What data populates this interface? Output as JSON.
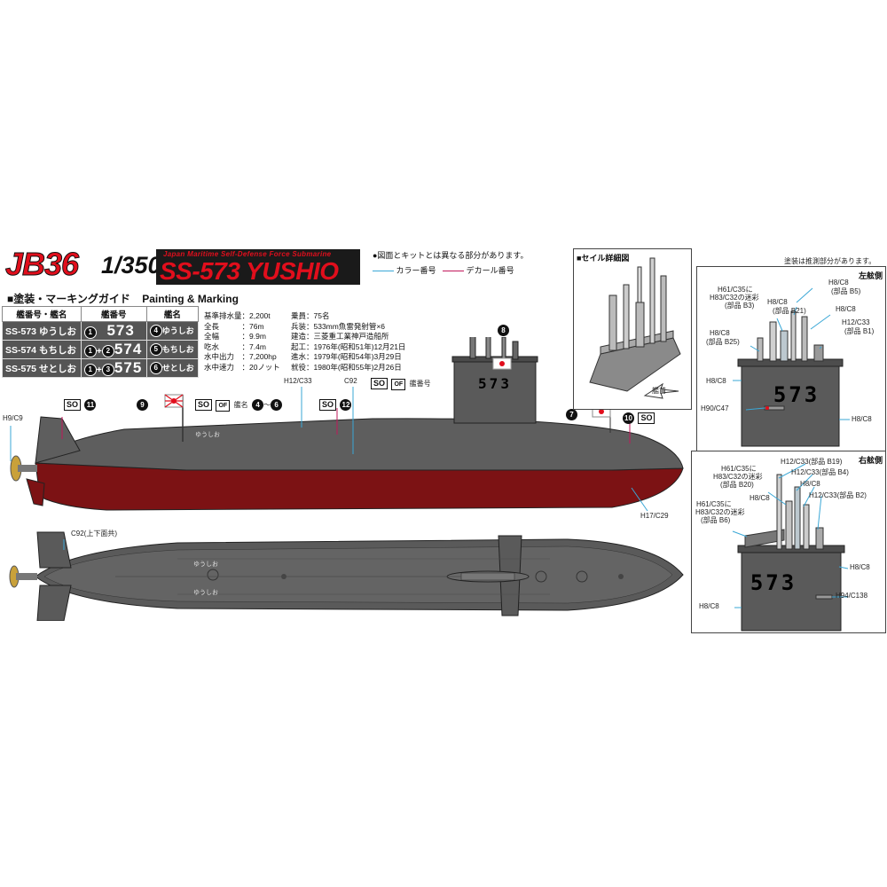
{
  "header": {
    "code": "JB36",
    "scale": "1/350",
    "subtitle": "Japan Maritime Self-Defense Force Submarine",
    "title": "SS-573 YUSHIO",
    "guide_jp": "■塗装・マーキングガイド",
    "guide_en": "Painting & Marking"
  },
  "notes": {
    "diff": "●図面とキットとは異なる部分があります。",
    "color_legend": "カラー番号",
    "decal_legend": "デカール番号",
    "sail_detail": "■セイル詳細図",
    "bow_arrow": "艦首",
    "estimate": "塗装は推測部分があります。",
    "port": "左舷側",
    "starboard": "右舷側"
  },
  "ship_table": {
    "headers": [
      "艦番号・艦名",
      "艦番号",
      "艦名"
    ],
    "rows": [
      {
        "name": "SS-573 ゆうしお",
        "decal": "1",
        "plus": "",
        "num": "573",
        "name_decal": "4",
        "name_text": "ゆうしお"
      },
      {
        "name": "SS-574 もちしお",
        "decal": "1",
        "plus": "2",
        "num": "574",
        "name_decal": "5",
        "name_text": "もちしお"
      },
      {
        "name": "SS-575 せとしお",
        "decal": "1",
        "plus": "3",
        "num": "575",
        "name_decal": "6",
        "name_text": "せとしお"
      }
    ]
  },
  "specs_left": [
    "基準排水量：2,200t",
    "全長　　　：76m",
    "全幅　　　：9.9m",
    "吃水　　　：7.4m",
    "水中出力　：7,200hp",
    "水中速力　：20ノット"
  ],
  "specs_right": [
    "乗員：75名",
    "兵装：533mm魚雷発射管×6",
    "建造：三菱重工業神戸造船所",
    "起工：1976年(昭和51年)12月21日",
    "進水：1979年(昭和54年)3月29日",
    "就役：1980年(昭和55年)2月26日"
  ],
  "side_view": {
    "hull_number": "573",
    "name_label": "ゆうしお",
    "callouts": {
      "h9c9": "H9/C9",
      "h12c33": "H12/C33",
      "c92": "C92",
      "h17c29": "H17/C29",
      "hull_no_box": "艦番号",
      "name_box": "艦名",
      "name_range_from": "4",
      "name_range_to": "6",
      "so": "SO",
      "of_text": "OF"
    },
    "decals": {
      "d8": "8",
      "d9": "9",
      "d11": "11",
      "d12": "12",
      "d7": "7",
      "d10": "10"
    }
  },
  "top_view": {
    "callout_c92": "C92(上下面共)",
    "name_left": "ゆうしお",
    "name_right": "ゆうしお"
  },
  "port_detail": {
    "hull_number": "573",
    "labels": {
      "h8c8_b21": "H8/C8",
      "b21": "(部品 B21)",
      "h61_a": "H61/C35に",
      "h83_a": "H83/C32の迷彩",
      "b3": "(部品 B3)",
      "h8c8_b5": "H8/C8",
      "b5": "(部品 B5)",
      "h8c8_mid": "H8/C8",
      "h12c33_b1": "H12/C33",
      "b1": "(部品 B1)",
      "h8c8_b25": "H8/C8",
      "b25": "(部品 B25)",
      "h8c8_left": "H8/C8",
      "h90c47": "H90/C47",
      "h8c8_right": "H8/C8"
    }
  },
  "starboard_detail": {
    "hull_number": "573",
    "labels": {
      "h12c33_b19": "H12/C33(部品 B19)",
      "h61_b": "H61/C35に",
      "h83_b": "H83/C32の迷彩",
      "b20": "(部品 B20)",
      "h12c33_b4": "H12/C33(部品 B4)",
      "h8c8_top": "H8/C8",
      "h12c33_b2": "H12/C33(部品 B2)",
      "h8c8_left": "H8/C8",
      "h61_c": "H61/C35に",
      "h83_c": "H83/C32の迷彩",
      "b6": "(部品 B6)",
      "h8c8_r1": "H8/C8",
      "h94c138": "H94/C138",
      "h8c8_bottom": "H8/C8"
    }
  },
  "colors": {
    "accent_red": "#e10e1c",
    "hull_gray": "#5c5c5c",
    "hull_red": "#7c1214",
    "color_line": "#3aa7d6",
    "decal_line": "#c2185b"
  }
}
